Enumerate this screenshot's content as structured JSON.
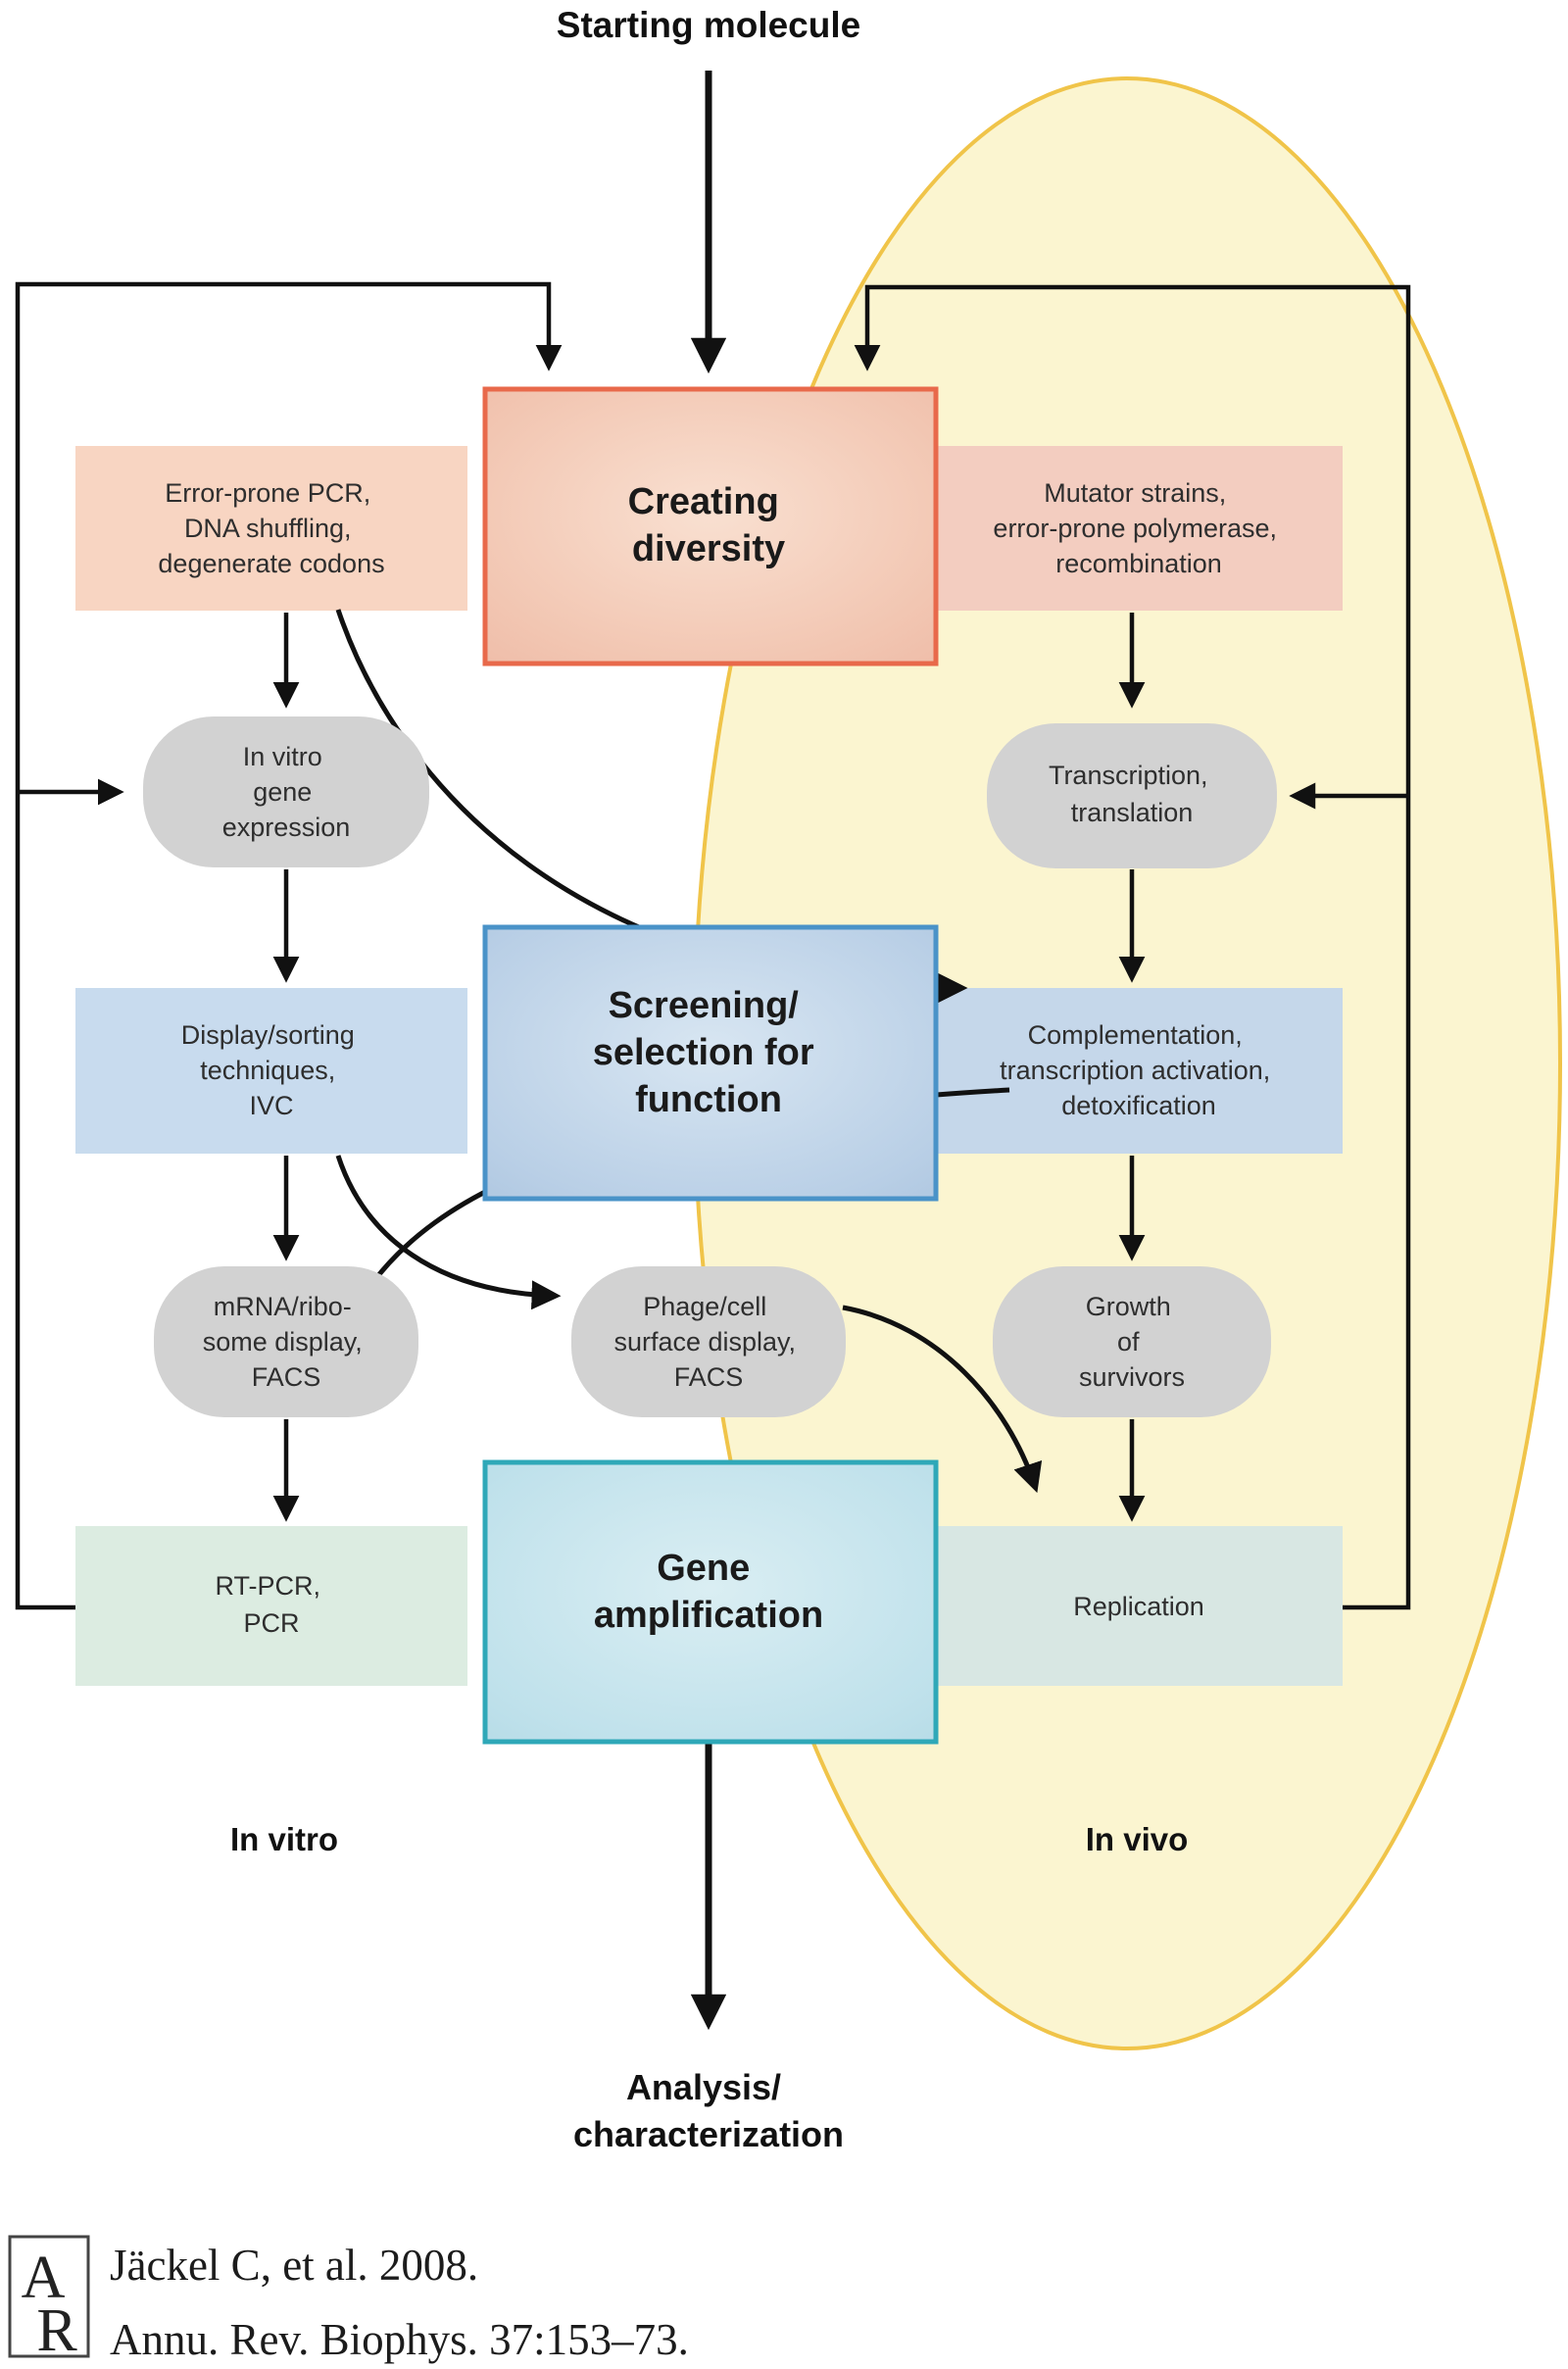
{
  "title": "Starting molecule",
  "nodes": {
    "creating_diversity": {
      "lines": [
        "Creating",
        "diversity"
      ]
    },
    "error_prone": {
      "lines": [
        "Error-prone PCR,",
        "DNA shuffling,",
        "degenerate codons"
      ]
    },
    "mutator": {
      "lines": [
        "Mutator strains,",
        "error-prone polymerase,",
        "recombination"
      ]
    },
    "invitro_expression": {
      "lines": [
        "In vitro",
        "gene",
        "expression"
      ]
    },
    "transcription": {
      "lines": [
        "Transcription,",
        "translation"
      ]
    },
    "screening": {
      "lines": [
        "Screening/",
        "selection for",
        "function"
      ]
    },
    "display_sorting": {
      "lines": [
        "Display/sorting",
        "techniques,",
        "IVC"
      ]
    },
    "complementation": {
      "lines": [
        "Complementation,",
        "transcription activation,",
        "detoxification"
      ]
    },
    "mrna_display": {
      "lines": [
        "mRNA/ribo-",
        "some display,",
        "FACS"
      ]
    },
    "phage_display": {
      "lines": [
        "Phage/cell",
        "surface display,",
        "FACS"
      ]
    },
    "growth_survivors": {
      "lines": [
        "Growth",
        "of",
        "survivors"
      ]
    },
    "gene_amplification": {
      "lines": [
        "Gene",
        "amplification"
      ]
    },
    "rt_pcr": {
      "lines": [
        "RT-PCR,",
        "PCR"
      ]
    },
    "replication": {
      "lines": [
        "Replication"
      ]
    }
  },
  "region_labels": {
    "in_vitro": "In vitro",
    "in_vivo": "In vivo"
  },
  "end_label": {
    "lines": [
      "Analysis/",
      "characterization"
    ]
  },
  "citation": {
    "logo_top": "A",
    "logo_bottom": "R",
    "line1": "Jäckel C, et al. 2008.",
    "line2": "Annu. Rev. Biophys. 37:153–73."
  },
  "colors": {
    "background": "#ffffff",
    "invivo_fill": "#fbf5d0",
    "invivo_border": "#f0c449",
    "pink_band_left": "#f8d5c2",
    "pink_band_right": "#f3cdc0",
    "red_border": "#e8694b",
    "blue_band_left": "#c8dbee",
    "blue_band_right": "#c5d7ea",
    "blue_border": "#4a93c8",
    "green_band_left": "#dcece1",
    "green_band_right": "#d8e7e3",
    "teal_border": "#2fa8b8",
    "node_gray": "#d2d2d2",
    "arrow_black": "#111111"
  }
}
